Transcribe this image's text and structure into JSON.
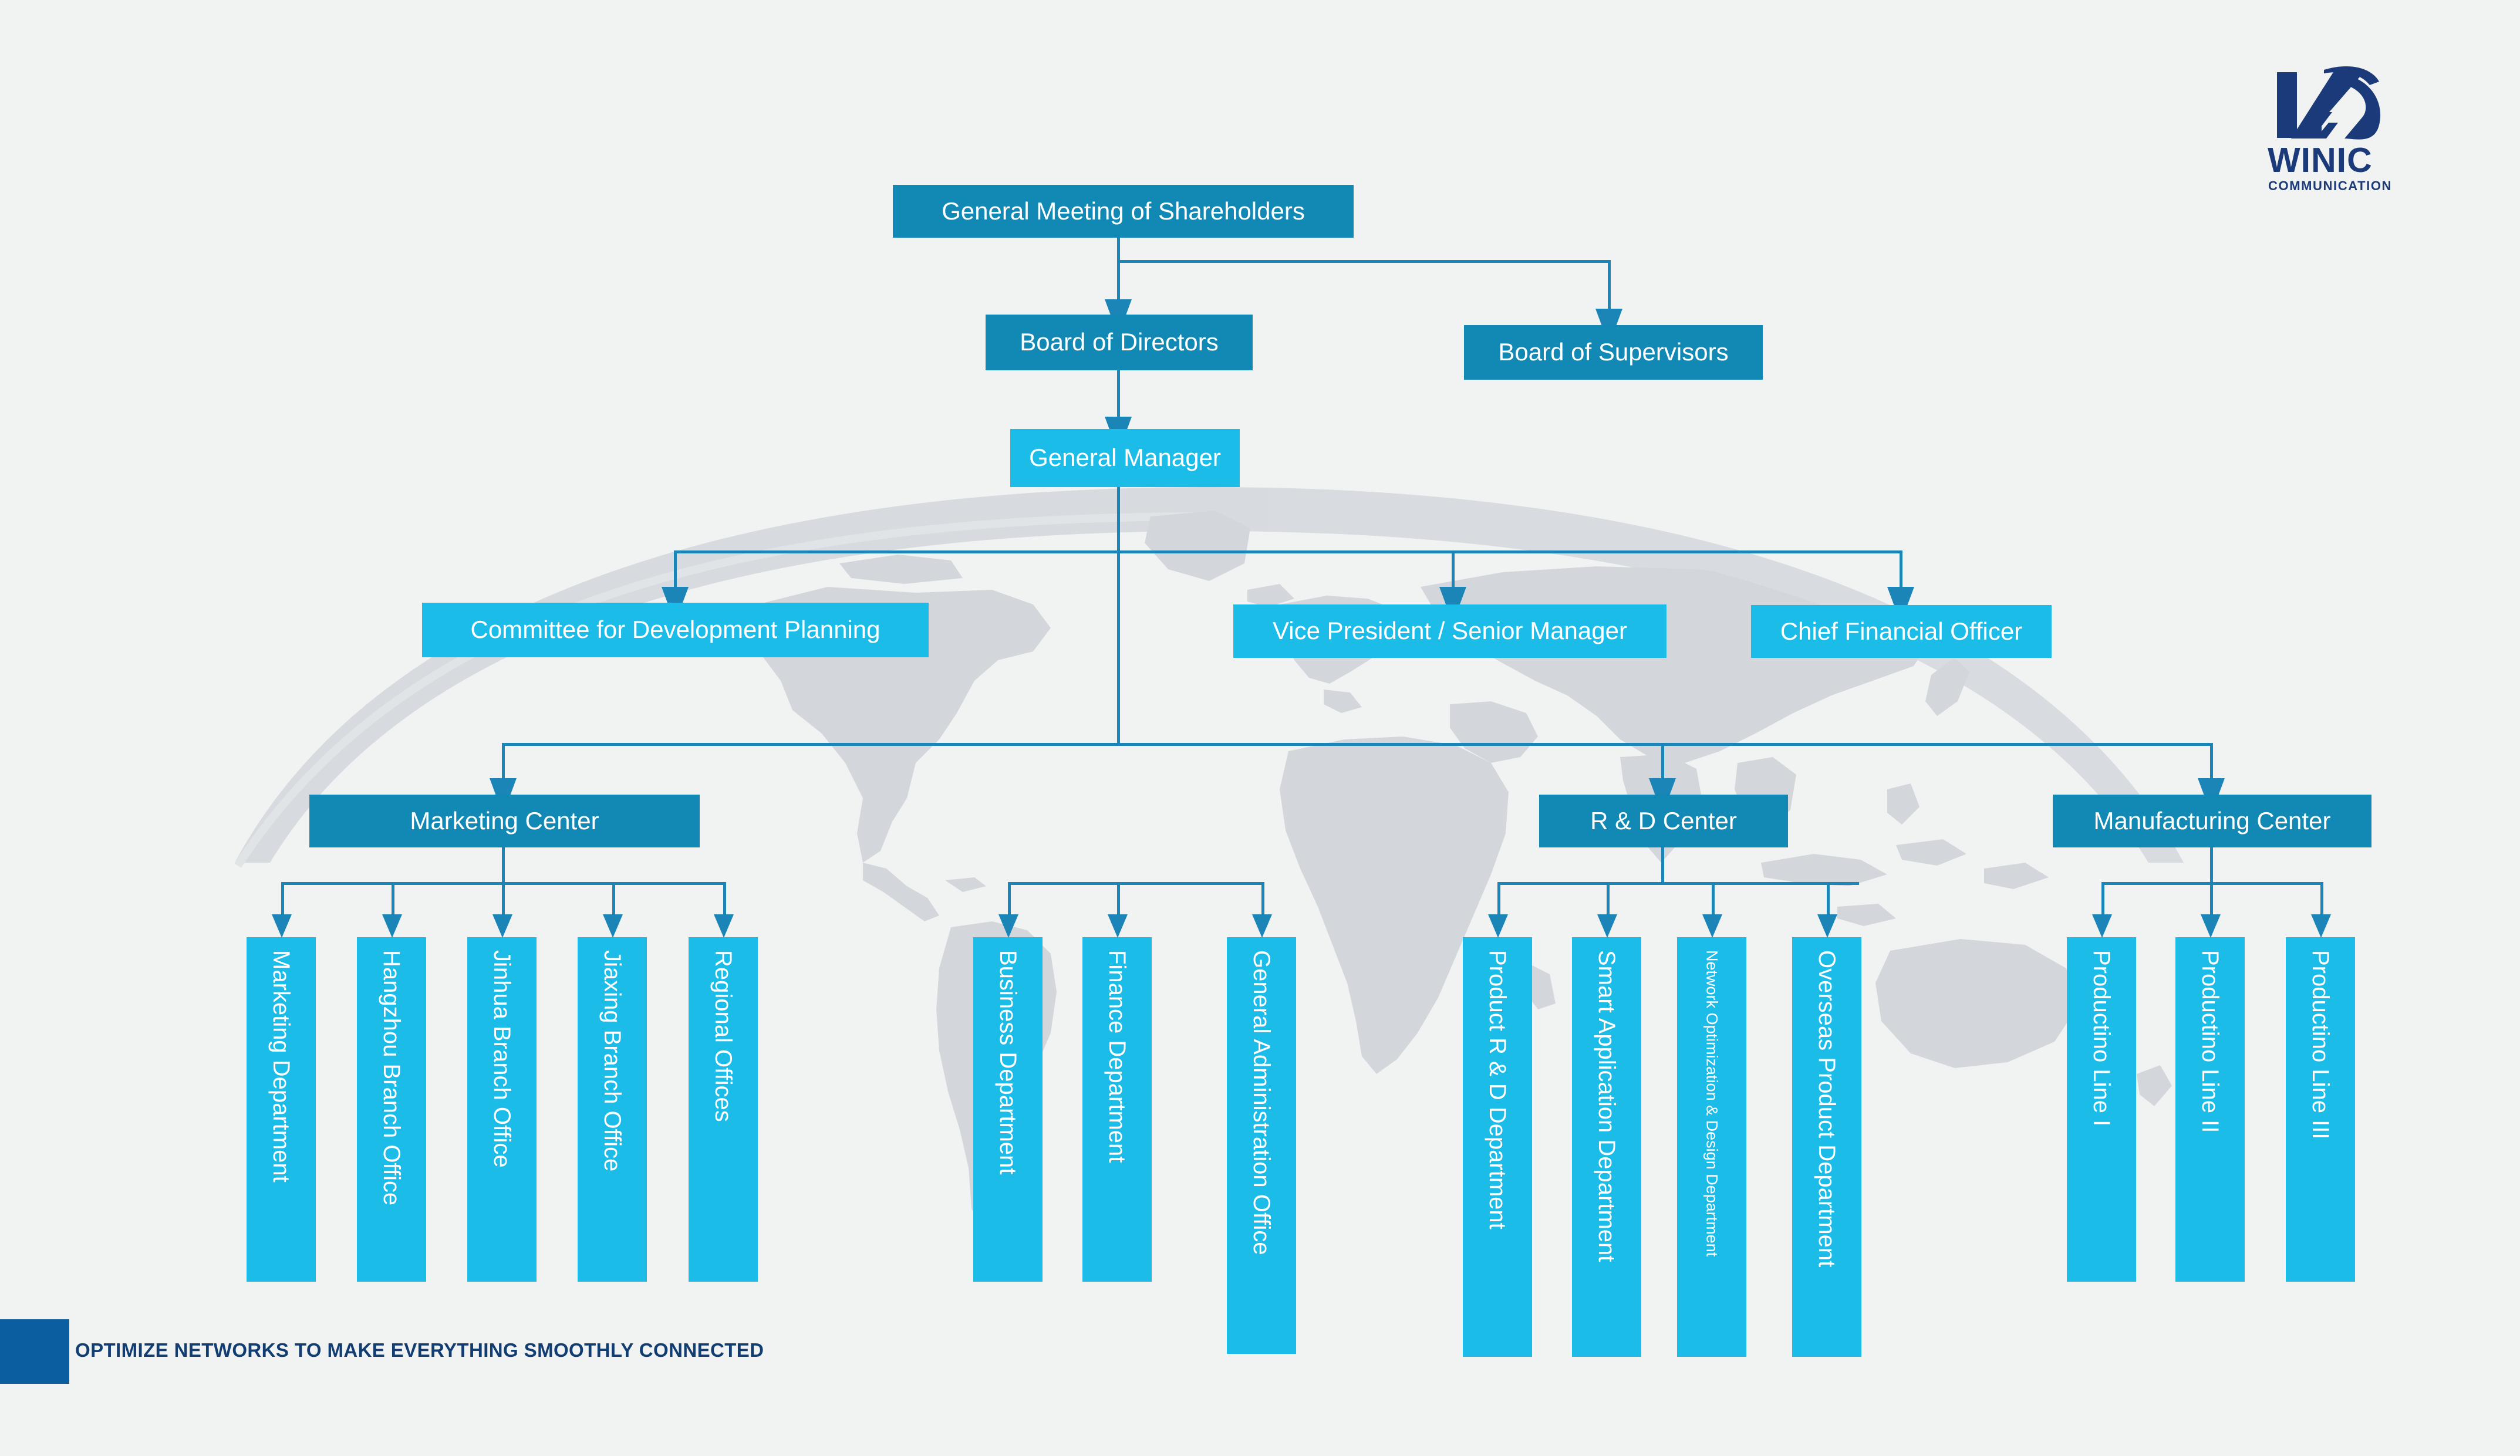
{
  "document": {
    "kind": "organization-chart",
    "company": "WINIC COMMUNICATION",
    "background_motif": "world-map"
  },
  "logo": {
    "wordmark": "WINIC",
    "subtitle": "COMMUNICATION",
    "mark_name": "winic-wd-monogram",
    "color": "#1b3a7a"
  },
  "footer": {
    "tagline": "OPTIMIZE NETWORKS TO MAKE EVERYTHING SMOOTHLY CONNECTED",
    "accent_color": "#0b5ea0",
    "text_color": "#123d72"
  },
  "palette": {
    "background": "#f1f2f2",
    "box_dark": "#1289b4",
    "box_light": "#1cbce8",
    "connector": "#1b85b8",
    "map_gray": "#d3d7dc"
  },
  "chart_data": {
    "type": "org-chart",
    "title": "General Meeting of Shareholders",
    "levels": 5,
    "nodes": {
      "shareholders": {
        "label": "General Meeting of Shareholders",
        "level": 0,
        "tone": "dark"
      },
      "board_dir": {
        "label": "Board of Directors",
        "level": 1,
        "tone": "dark"
      },
      "board_sup": {
        "label": "Board of Supervisors",
        "level": 1,
        "tone": "dark"
      },
      "gen_manager": {
        "label": "General Manager",
        "level": 2,
        "tone": "light"
      },
      "committee": {
        "label": "Committee for Development Planning",
        "level": 3,
        "tone": "light"
      },
      "vp": {
        "label": "Vice President / Senior Manager",
        "level": 3,
        "tone": "light"
      },
      "cfo": {
        "label": "Chief Financial Officer",
        "level": 3,
        "tone": "light"
      },
      "marketing_ctr": {
        "label": "Marketing Center",
        "level": 4,
        "tone": "dark"
      },
      "rd_ctr": {
        "label": "R & D Center",
        "level": 4,
        "tone": "dark"
      },
      "mfg_ctr": {
        "label": "Manufacturing Center",
        "level": 4,
        "tone": "dark"
      }
    },
    "leaf_groups": [
      {
        "parent": "Marketing Center",
        "items": [
          "Marketing Department",
          "Hangzhou Branch Office",
          "Jinhua Branch Office",
          "Jiaxing Branch Office",
          "Regional Offices"
        ]
      },
      {
        "parent": "General Manager",
        "items": [
          "Business Department",
          "Finance Department",
          "General Administration Office"
        ]
      },
      {
        "parent": "R & D Center",
        "items": [
          "Product R & D Department",
          "Smart Application Department",
          "Network Optimization & Design Department",
          "Overseas Product Department"
        ]
      },
      {
        "parent": "Manufacturing Center",
        "items": [
          "Productino Line I",
          "Productino Line II",
          "Productino Line III"
        ]
      }
    ]
  }
}
